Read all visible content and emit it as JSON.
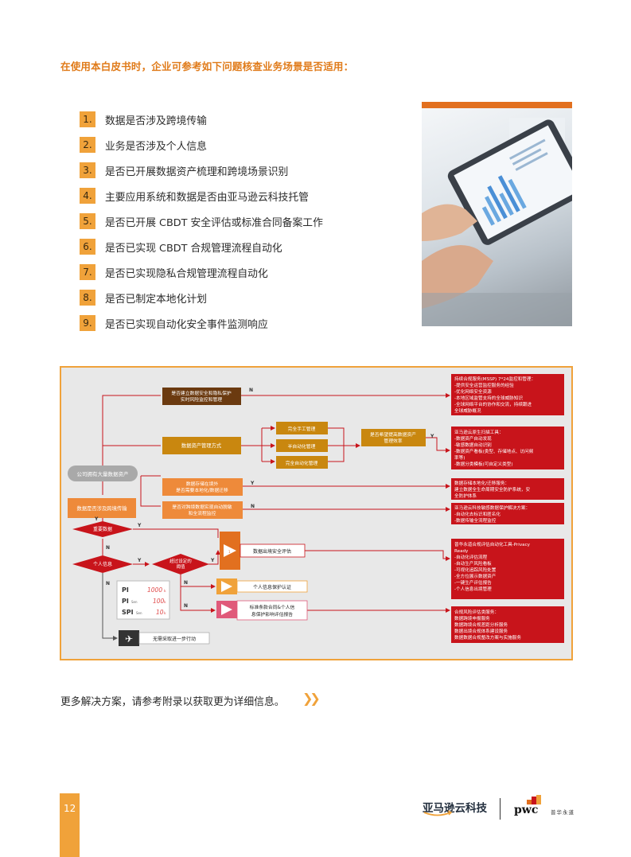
{
  "intro": "在使用本白皮书时，企业可参考如下问题核查业务场景是否适用：",
  "questions": [
    {
      "num": "1.",
      "text": "数据是否涉及跨境传输"
    },
    {
      "num": "2.",
      "text": "业务是否涉及个人信息"
    },
    {
      "num": "3.",
      "text": "是否已开展数据资产梳理和跨境场景识别"
    },
    {
      "num": "4.",
      "text": "主要应用系统和数据是否由亚马逊云科技托管"
    },
    {
      "num": "5.",
      "text": "是否已开展 CBDT 安全评估或标准合同备案工作"
    },
    {
      "num": "6.",
      "text": "是否已实现 CBDT 合规管理流程自动化"
    },
    {
      "num": "7.",
      "text": "是否已实现隐私合规管理流程自动化"
    },
    {
      "num": "8.",
      "text": "是否已制定本地化计划"
    },
    {
      "num": "9.",
      "text": "是否已实现自动化安全事件监测响应"
    }
  ],
  "flow": {
    "start": "公司拥有大量数据资产",
    "q_cross": "数据是否涉及跨境传输",
    "q_privacy": "是否建立数据安全和隐私保护\n实时风险监控和管理",
    "q_asset": "数据资产管理方式",
    "m1": "完全手工管理",
    "m2": "半自动化管理",
    "m3": "完全自动化管理",
    "q_eff": "是否希望提高数据资产\n管理效率",
    "q_store": "数据存储在境外\n是否需要本地化/数据迁移",
    "q_sensitive": "是否对跨境数据实现自动脱敏\n和全流程监控",
    "q_important": "重要数据",
    "q_pi": "个人信息",
    "q_thresh": "超过设定的\n阈值",
    "s1": "数据出境安全评估",
    "s2": "个人信息保护认证",
    "s3": "标准条款合同&个人信\n息保护影响评估报告",
    "none": "无需采取进一步行动",
    "pi_rows": [
      {
        "k": "PI",
        "sub": "",
        "v": "1000",
        "u": "k"
      },
      {
        "k": "PI",
        "sub": "Sen",
        "v": "100",
        "u": "k"
      },
      {
        "k": "SPI",
        "sub": "Sen",
        "v": "10",
        "u": "k"
      }
    ],
    "r1": "持续合规服务(MSSP) 7*24监控和管理：\n-提供安全运营监控服务的经验\n-优化网络安全资源\n-本地区域监管支持的全球威胁知识\n-全球网络平台的协作和交流，持续跟进\n全球威胁概况",
    "r2": "亚马逊云原生扫描工具：\n-数据资产自动发现\n-敏感数据自动识别\n-数据资产看板(类型、存储地点、访问频\n率等)\n-数据分类模板(可自定义类型)",
    "r3": "数据存储本地化/迁移服务：\n建立数据全生命周期安全防护系统，安\n全防护体系",
    "r4": "亚马逊云科技敏感数据保护解决方案：\n-自动化去标识和匿名化\n-数据传输全流程监控",
    "r5": "普华永道合规评估自动化工具-Privacy\nReady\n-自动化评估流程\n-自动生产风险看板\n-可视化追踪风险处置\n-全方位展示数据资产\n-一键生产评估报告\n-个人信息出境管理",
    "r6": "合规风险评估类服务：\n数据跨境申报服务\n数据跨境合规差距分析服务\n数据出境合规体系建设服务\n数据数据合规整改方案与实施服务",
    "Y": "Y",
    "N": "N"
  },
  "more": "更多解决方案，请参考附录以获取更为详细信息。",
  "more_arrow": "❯❯",
  "page_number": "12",
  "logos": {
    "aws": "亚马逊云科技",
    "pwc": "pwc",
    "pwc_cn": "普华永道"
  },
  "colors": {
    "accent": "#f0a23a",
    "orange_dark": "#e2701f",
    "red": "#c8141b",
    "brown": "#6b3a10",
    "gold": "#c9870f"
  }
}
